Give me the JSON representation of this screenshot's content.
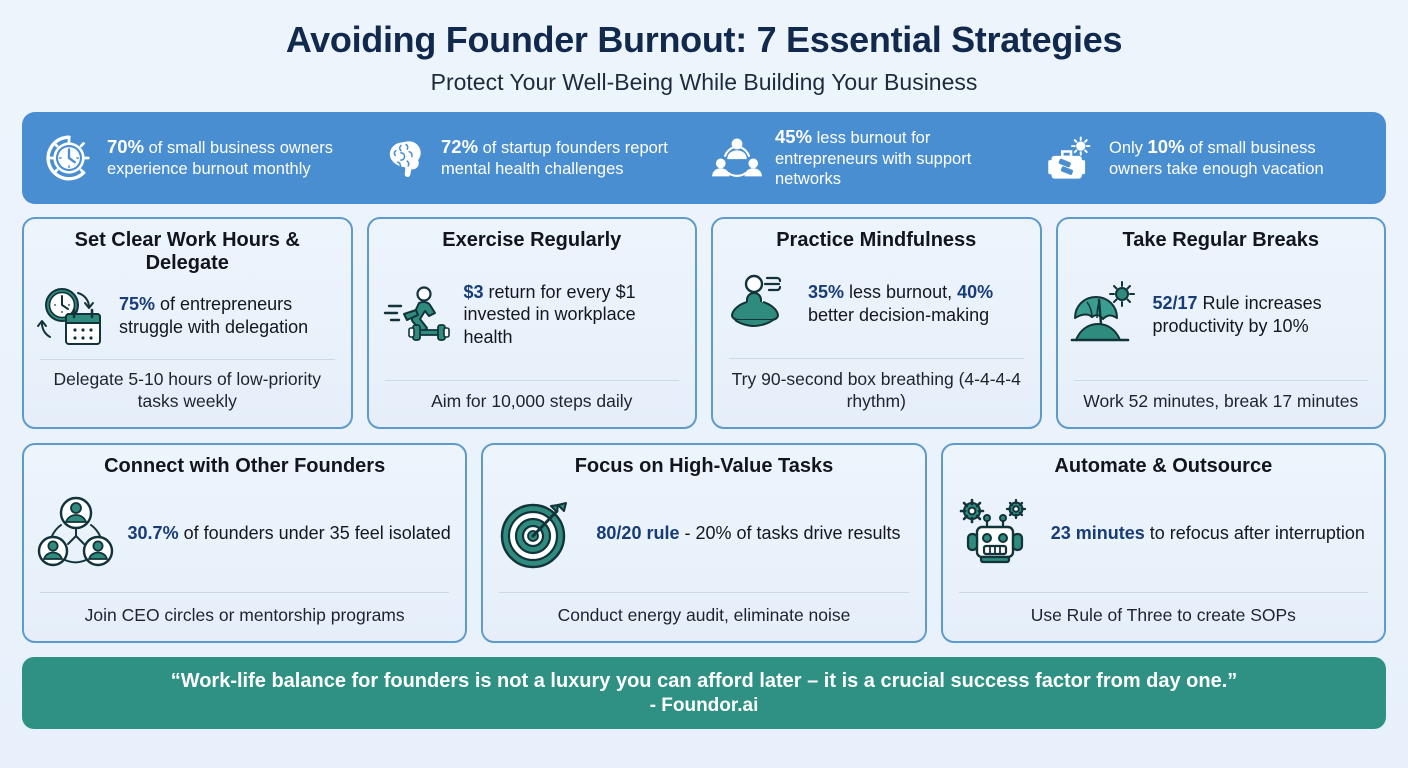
{
  "header": {
    "title": "Avoiding Founder Burnout: 7 Essential Strategies",
    "subtitle": "Protect Your Well-Being While Building Your Business"
  },
  "colors": {
    "page_background": "#eaf2fb",
    "banner_blue": "#4a8ed2",
    "card_border": "#5e9bcb",
    "card_background": "#edf4fc",
    "highlight_navy": "#173c78",
    "footer_teal": "#2e9183",
    "title_navy": "#11294d",
    "icon_teal": "#2e8b7d"
  },
  "stats_banner": [
    {
      "icon": "clock-icon",
      "value": "70%",
      "prefix": "",
      "text": " of small business owners experience burnout monthly"
    },
    {
      "icon": "brain-icon",
      "value": "72%",
      "prefix": "",
      "text": " of startup founders report mental health challenges"
    },
    {
      "icon": "people-network-icon",
      "value": "45%",
      "prefix": "",
      "text": " less burnout for entrepreneurs with support networks"
    },
    {
      "icon": "suitcase-sun-icon",
      "value": "10%",
      "prefix": "Only ",
      "text": " of small business owners take enough vacation"
    }
  ],
  "cards_row_1": [
    {
      "title": "Set Clear Work Hours & Delegate",
      "icon": "clock-calendar-icon",
      "stat_highlight": "75%",
      "stat_rest": " of entrepreneurs struggle with delegation",
      "tip": "Delegate 5-10 hours of low-priority tasks weekly"
    },
    {
      "title": "Exercise Regularly",
      "icon": "running-dumbbell-icon",
      "stat_highlight": "$3",
      "stat_rest": " return for every $1 invested in workplace health",
      "tip": "Aim for 10,000 steps daily"
    },
    {
      "title": "Practice Mindfulness",
      "icon": "meditation-icon",
      "stat_highlight": "35%",
      "stat_mid": " less burnout, ",
      "stat_highlight_2": "40%",
      "stat_rest": " better decision-making",
      "tip": "Try 90-second box breathing (4-4-4-4 rhythm)"
    },
    {
      "title": "Take Regular Breaks",
      "icon": "beach-umbrella-icon",
      "stat_highlight": "52/17",
      "stat_rest": " Rule increases productivity by 10%",
      "tip": "Work 52 minutes, break 17 minutes"
    }
  ],
  "cards_row_2": [
    {
      "title": "Connect with Other Founders",
      "icon": "three-people-network-icon",
      "stat_highlight": "30.7%",
      "stat_rest": " of founders under 35 feel isolated",
      "tip": "Join CEO circles or mentorship programs"
    },
    {
      "title": "Focus on High-Value Tasks",
      "icon": "target-icon",
      "stat_highlight": "80/20 rule",
      "stat_rest": " - 20% of tasks drive results",
      "tip": "Conduct energy audit, eliminate noise"
    },
    {
      "title": "Automate & Outsource",
      "icon": "robot-gears-icon",
      "stat_highlight": "23 minutes",
      "stat_rest": " to refocus after interruption",
      "tip": "Use Rule of Three to create SOPs"
    }
  ],
  "footer": {
    "quote": "“Work-life balance for founders is not a luxury you can afford later – it is a crucial success factor from day one.”",
    "author": "- Foundor.ai"
  }
}
